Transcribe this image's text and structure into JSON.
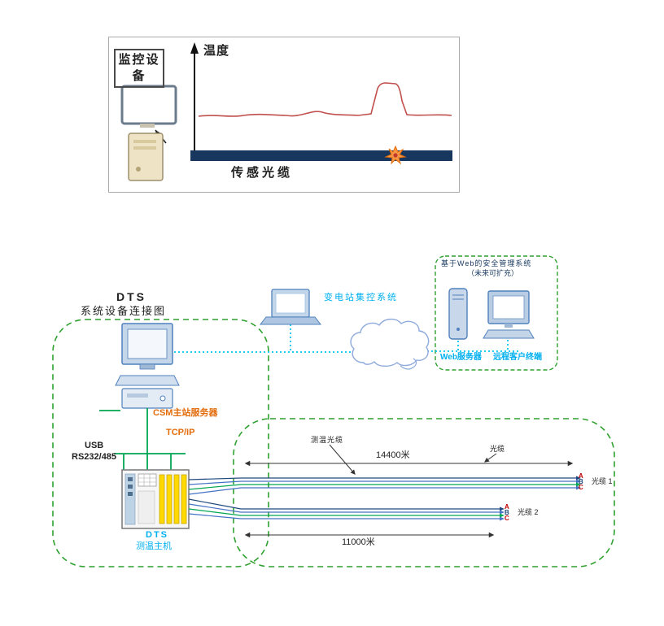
{
  "top": {
    "device_label": "监控设备",
    "axis_label": "温度",
    "cable_label": "传感光缆"
  },
  "bottom": {
    "title1": "DTS",
    "title2": "系统设备连接图",
    "csm_label": "CSM主站服务器",
    "tcp_label": "TCP/IP",
    "usb_label": "USB",
    "rs232_label": "RS232/485",
    "dts_name": "DTS",
    "dts_sub": "测温主机",
    "substation_label": "变电站集控系统",
    "web_box_title": "基于Web的安全管理系统",
    "web_box_subtitle": "（未来可扩充）",
    "web_server_label": "Web服务器",
    "remote_client_label": "远程客户终端",
    "fiber_label": "测温光缆",
    "cable_label": "光缆",
    "cable1": {
      "length": "14400米",
      "name": "光缆 1",
      "wires": [
        "A",
        "B",
        "C"
      ]
    },
    "cable2": {
      "length": "11000米",
      "name": "光缆 2",
      "wires": [
        "A",
        "B",
        "C"
      ]
    }
  },
  "colors": {
    "dashed_border_green": "#2FA12F",
    "cyan_link": "#00C5F0",
    "green_link": "#00A651",
    "orange_text": "#E36C0A",
    "cyan_text": "#00B0F0",
    "navy_bar": "#17375E",
    "curve_red": "#C0504D",
    "hotspot_orange": "#F79646",
    "wire_a": "#C00000",
    "wire_b": "#1F497D",
    "wire_c": "#C00000"
  }
}
